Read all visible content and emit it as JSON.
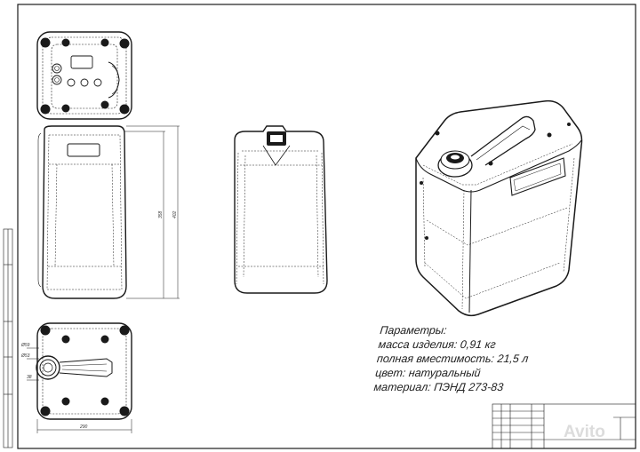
{
  "parameters": {
    "heading": "Параметры:",
    "mass": "масса изделия: 0,91 кг",
    "capacity": "полная вместимость: 21,5 л",
    "color": "цвет: натуральный",
    "material": "материал: ПЭНД 273-83"
  },
  "dimensions": {
    "height_inner": "358",
    "height_total": "402",
    "width_bottom": "290",
    "dim_a": "Ø59",
    "dim_b": "Ø53",
    "dim_c": "38"
  },
  "watermark": "Avito"
}
